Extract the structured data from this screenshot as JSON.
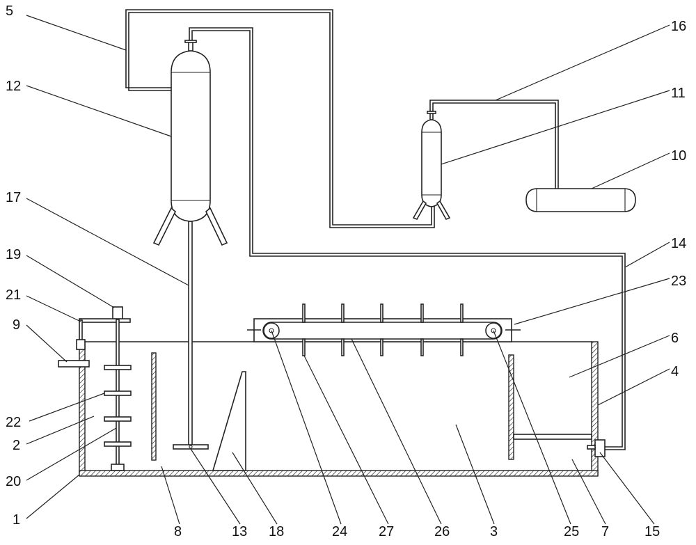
{
  "diagram": {
    "labels": {
      "l1": "1",
      "l2": "2",
      "l3": "3",
      "l4": "4",
      "l5": "5",
      "l6": "6",
      "l7": "7",
      "l8": "8",
      "l9": "9",
      "l10": "10",
      "l11": "11",
      "l12": "12",
      "l13": "13",
      "l14": "14",
      "l15": "15",
      "l16": "16",
      "l17": "17",
      "l18": "18",
      "l19": "19",
      "l20": "20",
      "l21": "21",
      "l22": "22",
      "l23": "23",
      "l24": "24",
      "l25": "25",
      "l26": "26",
      "l27": "27"
    }
  }
}
